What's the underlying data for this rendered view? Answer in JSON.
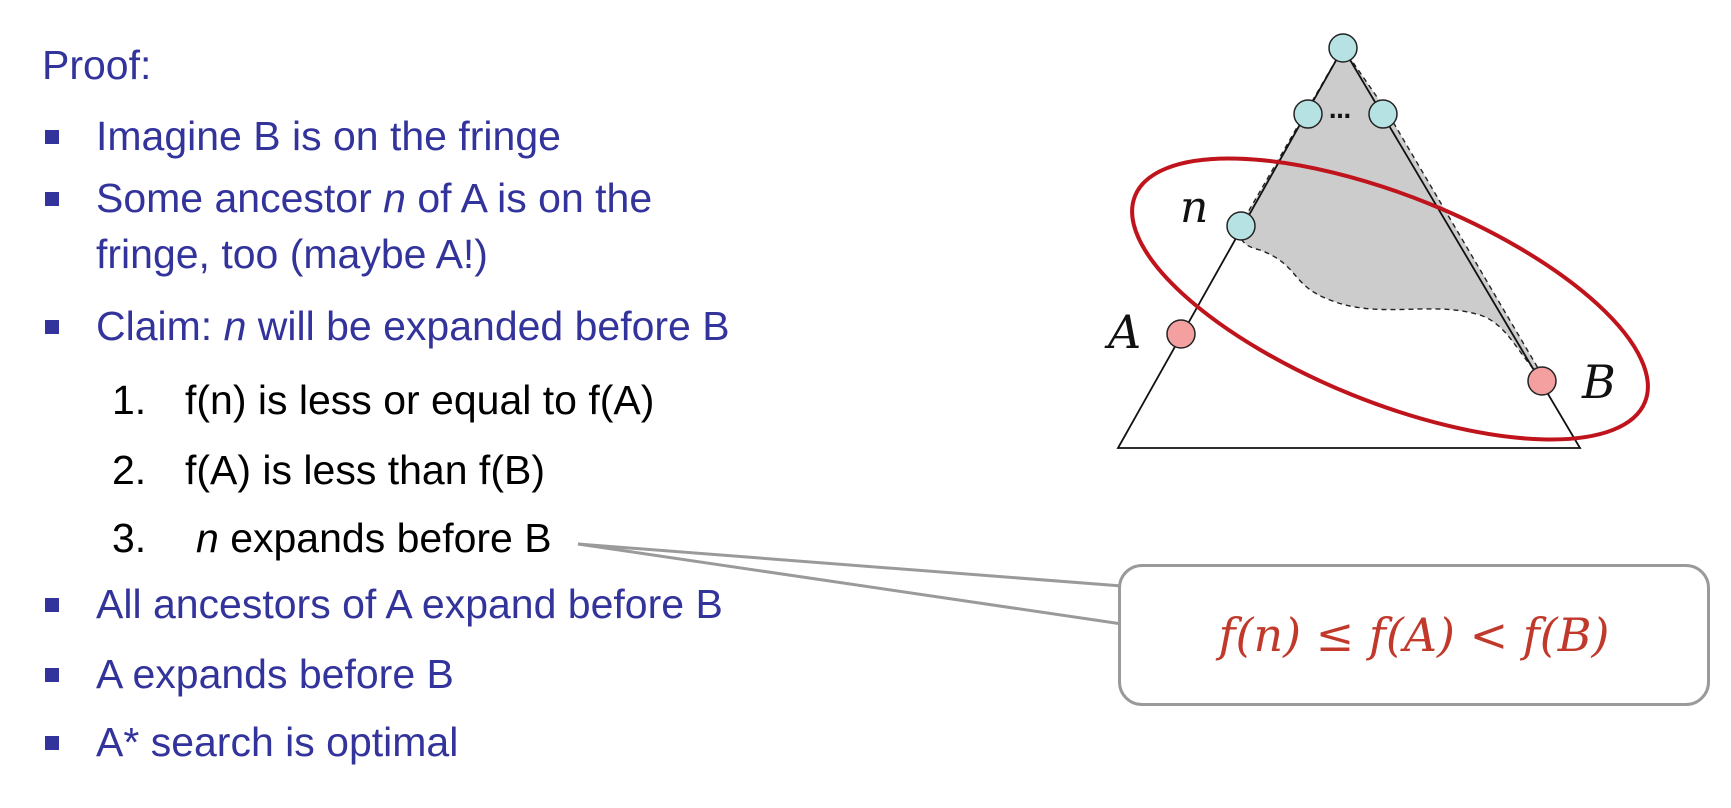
{
  "heading": "Proof:",
  "bullets": [
    {
      "text": "Imagine B is on the fringe"
    },
    {
      "pre": "Some ancestor ",
      "em": "n",
      "post": " of A is on the",
      "line2": "fringe, too (maybe A!)"
    },
    {
      "pre": "Claim: ",
      "em": "n",
      "post": " will be expanded before B"
    }
  ],
  "steps": [
    {
      "num": "1.",
      "text": "f(n) is less or equal to f(A)"
    },
    {
      "num": "2.",
      "text": "f(A) is less than f(B)"
    },
    {
      "num": "3.",
      "em": "n",
      "post": " expands before B"
    }
  ],
  "conclusions": [
    "All ancestors of A expand before B",
    "A expands before B",
    "A* search is optimal"
  ],
  "diagram": {
    "labels": {
      "n": "n",
      "A": "A",
      "B": "B",
      "dots": "…"
    },
    "colors": {
      "ellipse": "#c0141c",
      "node_fringe": "#f4a0a0",
      "node_explored": "#b7e2e3",
      "shade": "#cccccc"
    }
  },
  "callout": {
    "formula": "f(n) ≤ f(A) < f(B)"
  }
}
